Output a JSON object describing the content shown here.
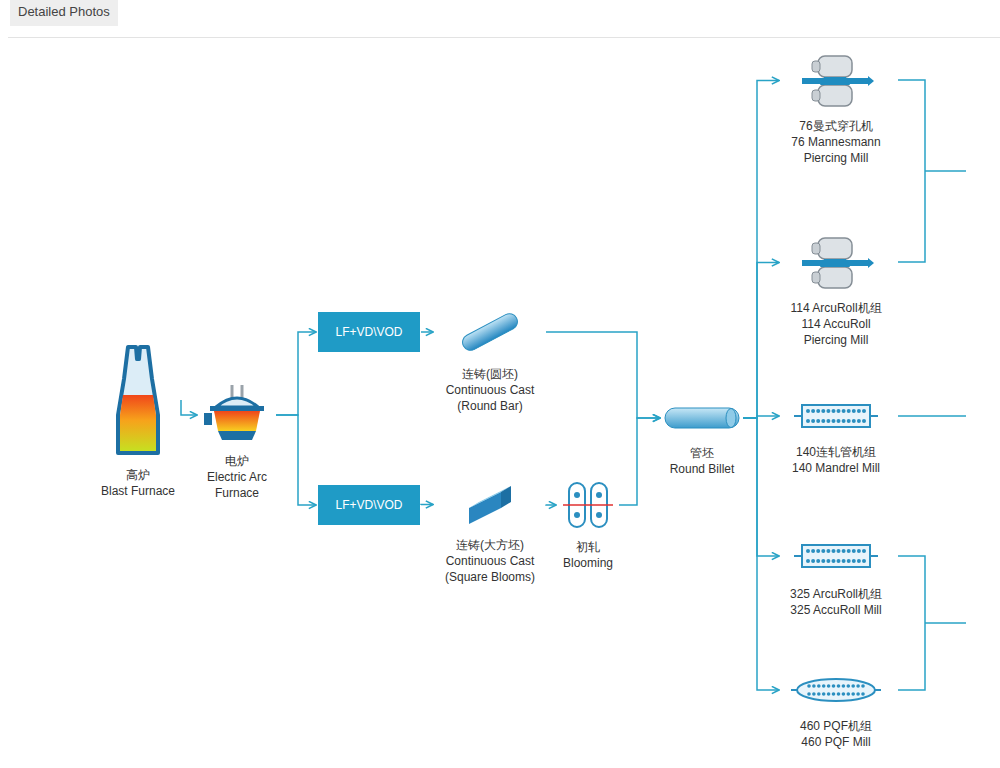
{
  "diagram": {
    "nodes": [
      {
        "text": [
          "高炉",
          "Blast Furnace"
        ]
      },
      {
        "text": [
          "电炉",
          "Electric Arc Furnace"
        ]
      },
      {
        "text": [
          "LF+VD\\VOD"
        ]
      },
      {
        "text": [
          "LF+VD\\VOD"
        ]
      },
      {
        "text": [
          "连铸(圆坯)",
          "Continuous Cast (Round Bar)"
        ]
      },
      {
        "text": [
          "连铸(大方坯)",
          "Continuous Cast (Square Blooms)"
        ]
      },
      {
        "text": [
          "初轧",
          "Blooming"
        ]
      },
      {
        "text": [
          "管坯",
          "Round Billet"
        ]
      },
      {
        "text": [
          "76曼式穿孔机",
          "76 Mannesmann Piercing Mill"
        ]
      },
      {
        "text": [
          "114 ArcuRoll机组",
          "114 AccuRoll Piercing Mill"
        ]
      },
      {
        "text": [
          "140连轧管机组",
          "140 Mandrel Mill"
        ]
      },
      {
        "text": [
          "325 ArcuRoll机组",
          "325 AccuRoll Mill"
        ]
      },
      {
        "text": [
          "460 PQF机组",
          "460 PQF Mill"
        ]
      }
    ],
    "edges": [
      {
        "from": 0,
        "to": 1,
        "arrow": "to"
      },
      {
        "from": 1,
        "to": 2,
        "arrow": "to"
      },
      {
        "from": 1,
        "to": 3,
        "arrow": "to"
      },
      {
        "from": 2,
        "to": 4,
        "arrow": "to"
      },
      {
        "from": 3,
        "to": 5,
        "arrow": "to"
      },
      {
        "from": 5,
        "to": 6,
        "arrow": "to"
      },
      {
        "from": 4,
        "to": 7,
        "arrow": "to"
      },
      {
        "from": 6,
        "to": 7,
        "arrow": "to"
      },
      {
        "from": 7,
        "to": 8,
        "arrow": "to"
      },
      {
        "from": 7,
        "to": 9,
        "arrow": "to"
      },
      {
        "from": 7,
        "to": 10,
        "arrow": "to"
      },
      {
        "from": 7,
        "to": 11,
        "arrow": "to"
      },
      {
        "from": 7,
        "to": 12,
        "arrow": "to"
      }
    ],
    "labels": [
      "Detailed Photos"
    ]
  }
}
